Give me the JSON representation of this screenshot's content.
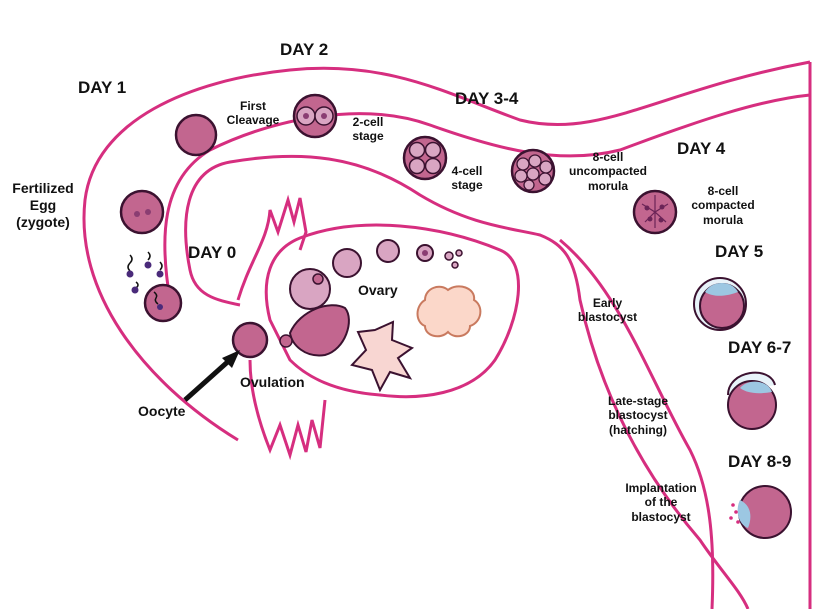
{
  "colors": {
    "tube": "#d62e7f",
    "cell_fill": "#c2668f",
    "cell_outline": "#3b1230",
    "nucleus": "#8a3d72",
    "follicle": "#d9a5c2",
    "corpus_luteum": "#fbd7c9",
    "star": "#f8d6d2",
    "trophoblast": "#9cc7e2",
    "sperm": "#4a2a7a"
  },
  "days": {
    "day0": "DAY 0",
    "day1": "DAY 1",
    "day2": "DAY 2",
    "day34": "DAY 3-4",
    "day4": "DAY 4",
    "day5": "DAY 5",
    "day67": "DAY 6-7",
    "day89": "DAY 8-9"
  },
  "labels": {
    "fertilized": "Fertilized\nEgg\n(zygote)",
    "first_cleavage": "First\nCleavage",
    "two_cell": "2-cell\nstage",
    "four_cell": "4-cell\nstage",
    "eight_uncompacted": "8-cell\nuncompacted\nmorula",
    "eight_compacted": "8-cell\ncompacted\nmorula",
    "early_blastocyst": "Early\nblastocyst",
    "late_blastocyst": "Late-stage\nblastocyst\n(hatching)",
    "implantation": "Implantation\nof the\nblastocyst",
    "ovary": "Ovary",
    "ovulation": "Ovulation",
    "oocyte": "Oocyte"
  }
}
